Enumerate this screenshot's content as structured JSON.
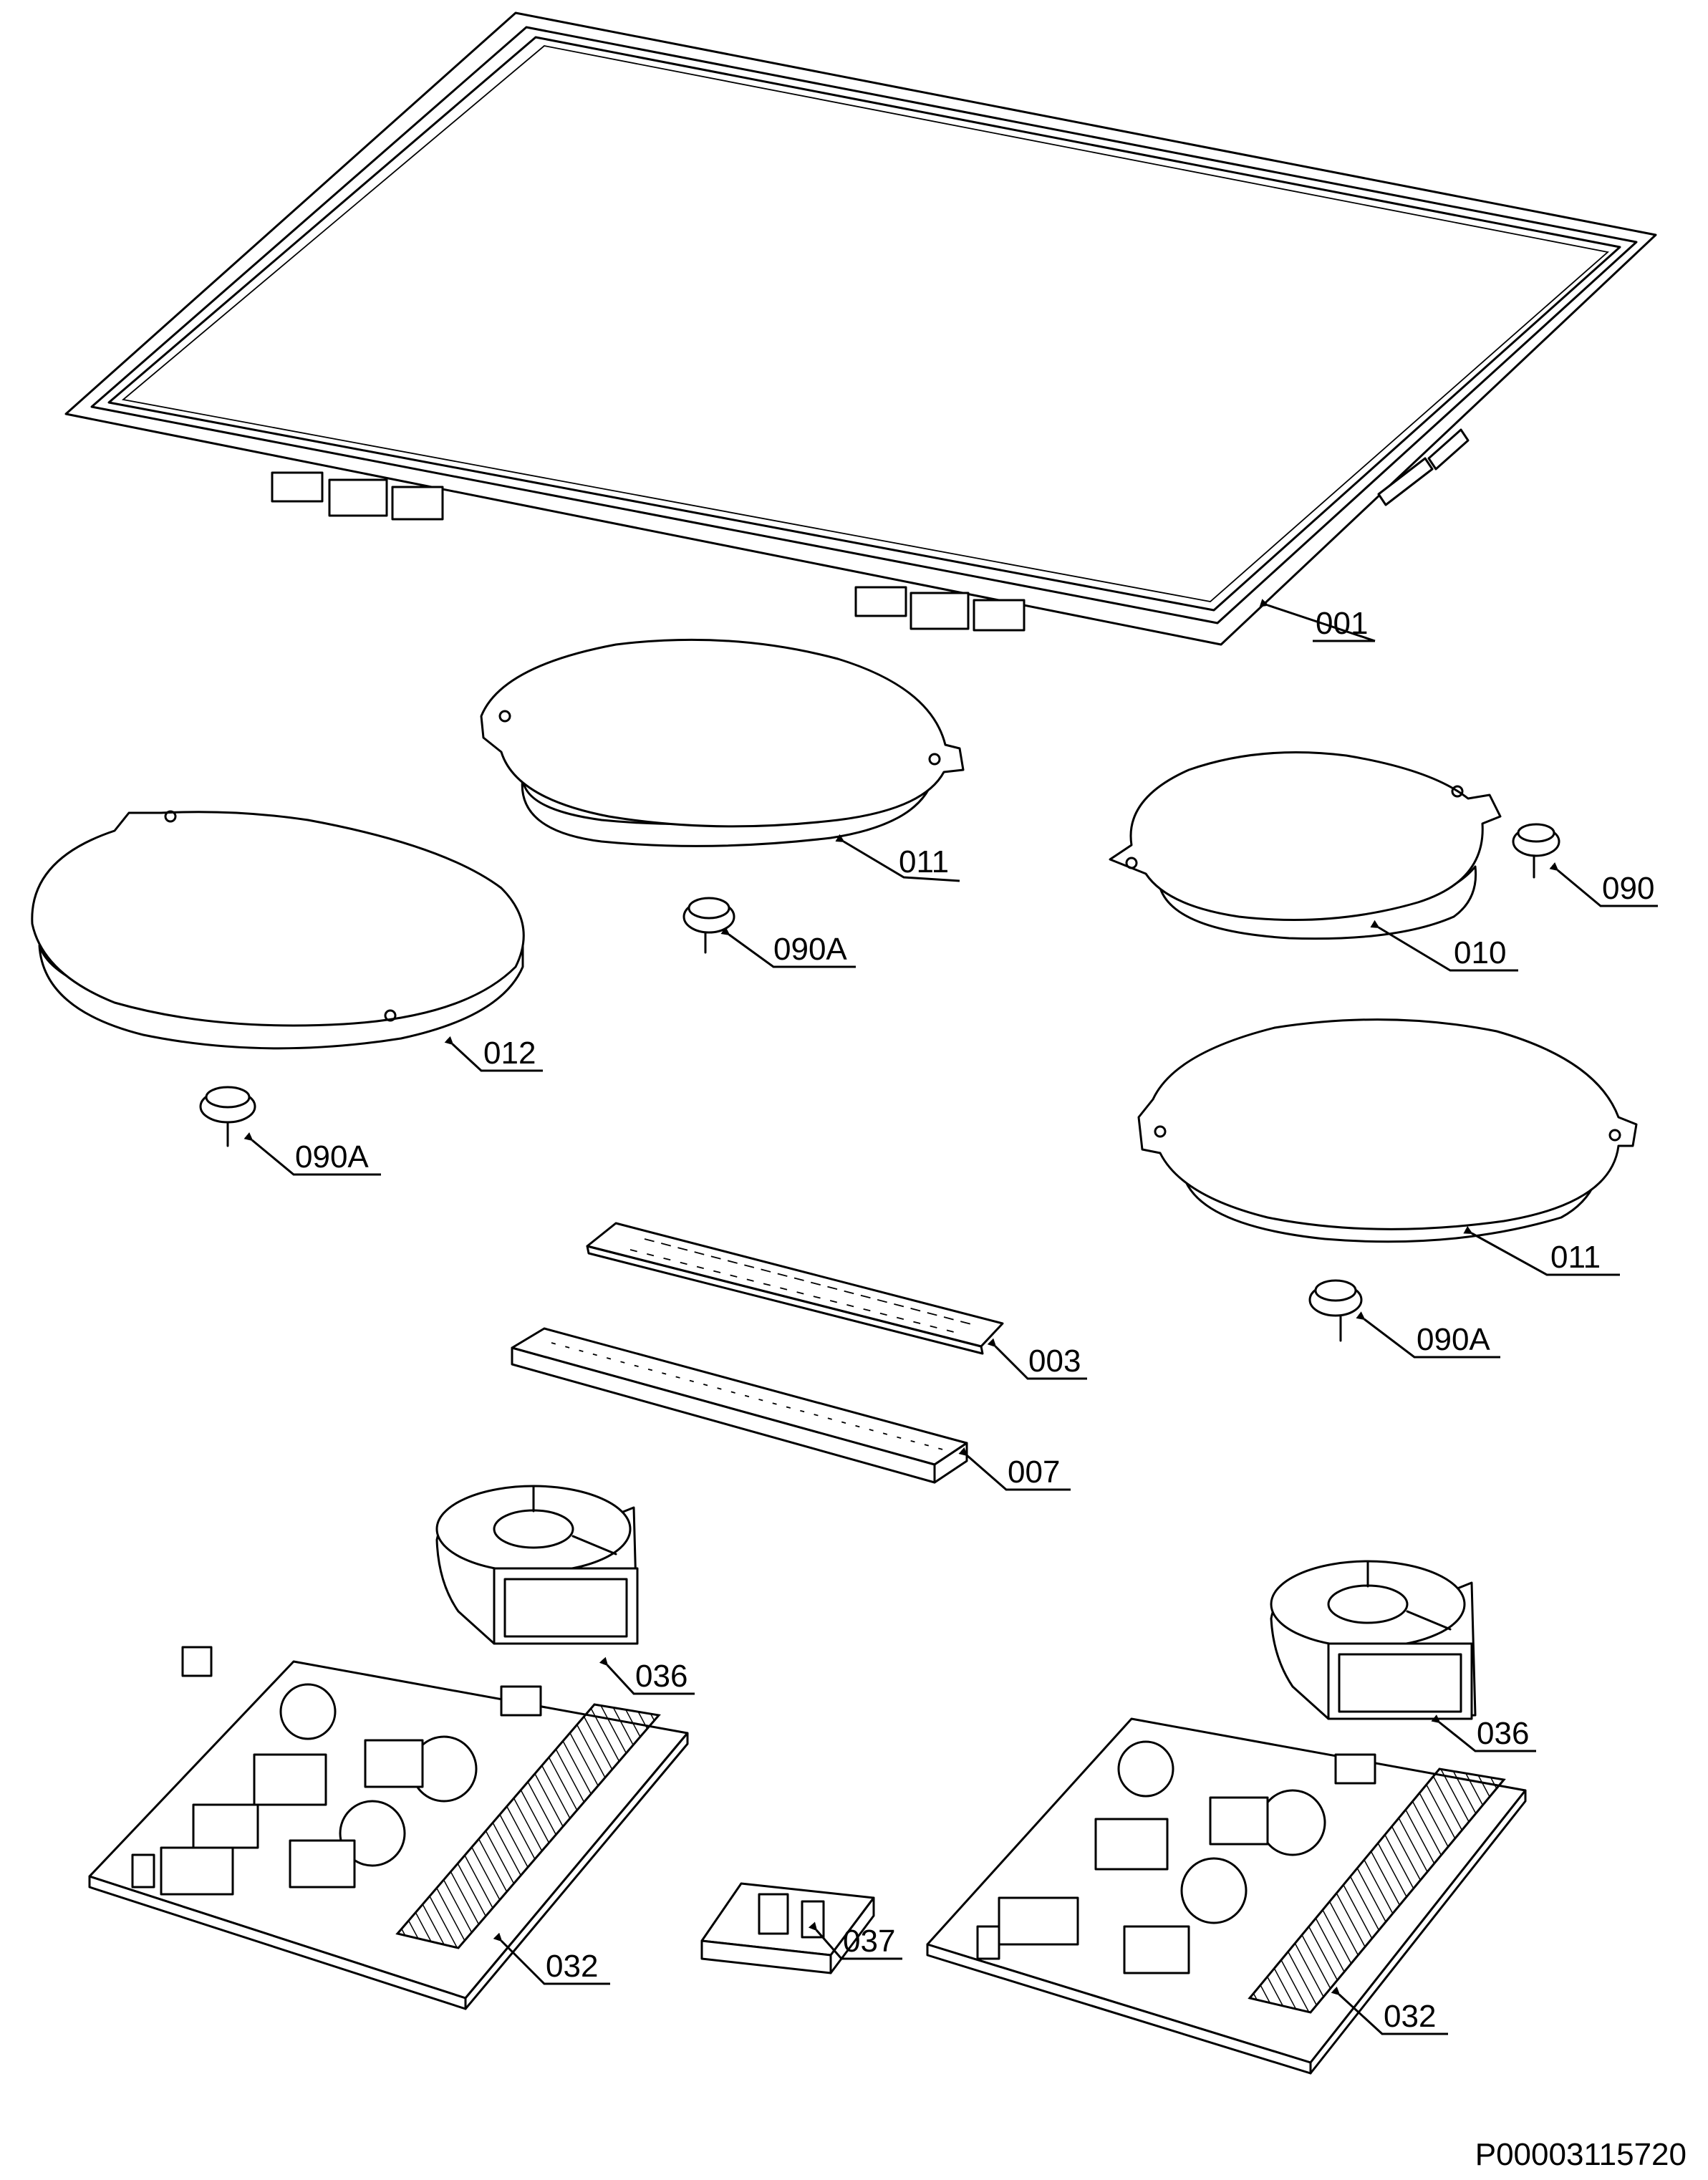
{
  "labels": {
    "l001": "001",
    "l011a": "011",
    "l090a_center": "090A",
    "l010": "010",
    "l090": "090",
    "l012": "012",
    "l090a_left": "090A",
    "l011b": "011",
    "l090a_right": "090A",
    "l003": "003",
    "l007": "007",
    "l036_left": "036",
    "l036_right": "036",
    "l032_left": "032",
    "l037": "037",
    "l032_right": "032"
  },
  "drawing_id": "P00003115720"
}
